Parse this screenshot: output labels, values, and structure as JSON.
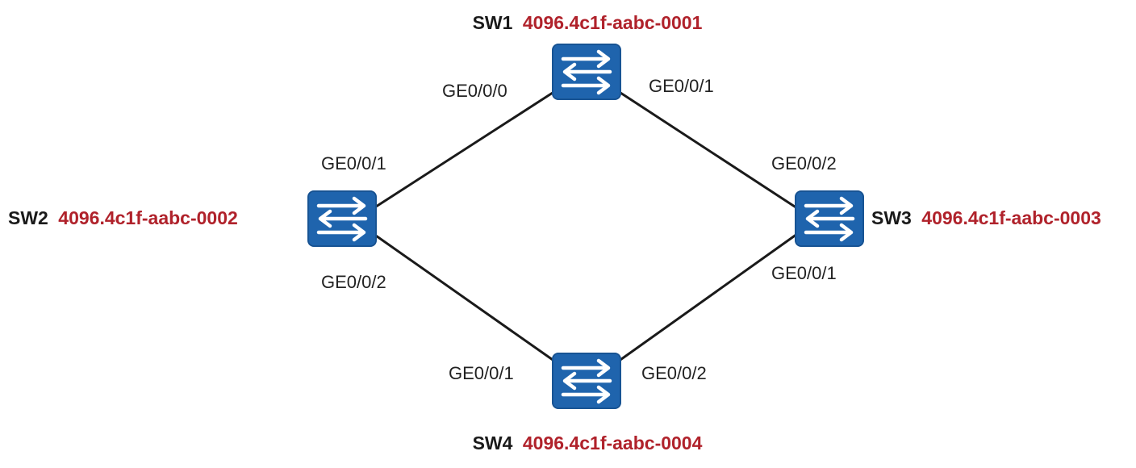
{
  "switches": {
    "sw1": {
      "name": "SW1",
      "bridge_id": "4096.4c1f-aabc-0001",
      "icon": "switch-icon"
    },
    "sw2": {
      "name": "SW2",
      "bridge_id": "4096.4c1f-aabc-0002",
      "icon": "switch-icon"
    },
    "sw3": {
      "name": "SW3",
      "bridge_id": "4096.4c1f-aabc-0003",
      "icon": "switch-icon"
    },
    "sw4": {
      "name": "SW4",
      "bridge_id": "4096.4c1f-aabc-0004",
      "icon": "switch-icon"
    }
  },
  "links": {
    "sw1_sw2": {
      "sw1_port": "GE0/0/0",
      "sw2_port": "GE0/0/1"
    },
    "sw1_sw3": {
      "sw1_port": "GE0/0/1",
      "sw3_port": "GE0/0/2"
    },
    "sw2_sw4": {
      "sw2_port": "GE0/0/2",
      "sw4_port": "GE0/0/1"
    },
    "sw3_sw4": {
      "sw3_port": "GE0/0/1",
      "sw4_port": "GE0/0/2"
    }
  },
  "colors": {
    "switch_fill": "#1f64ad",
    "bridge_id_text": "#b0222b",
    "link_line": "#1a1a1a"
  }
}
